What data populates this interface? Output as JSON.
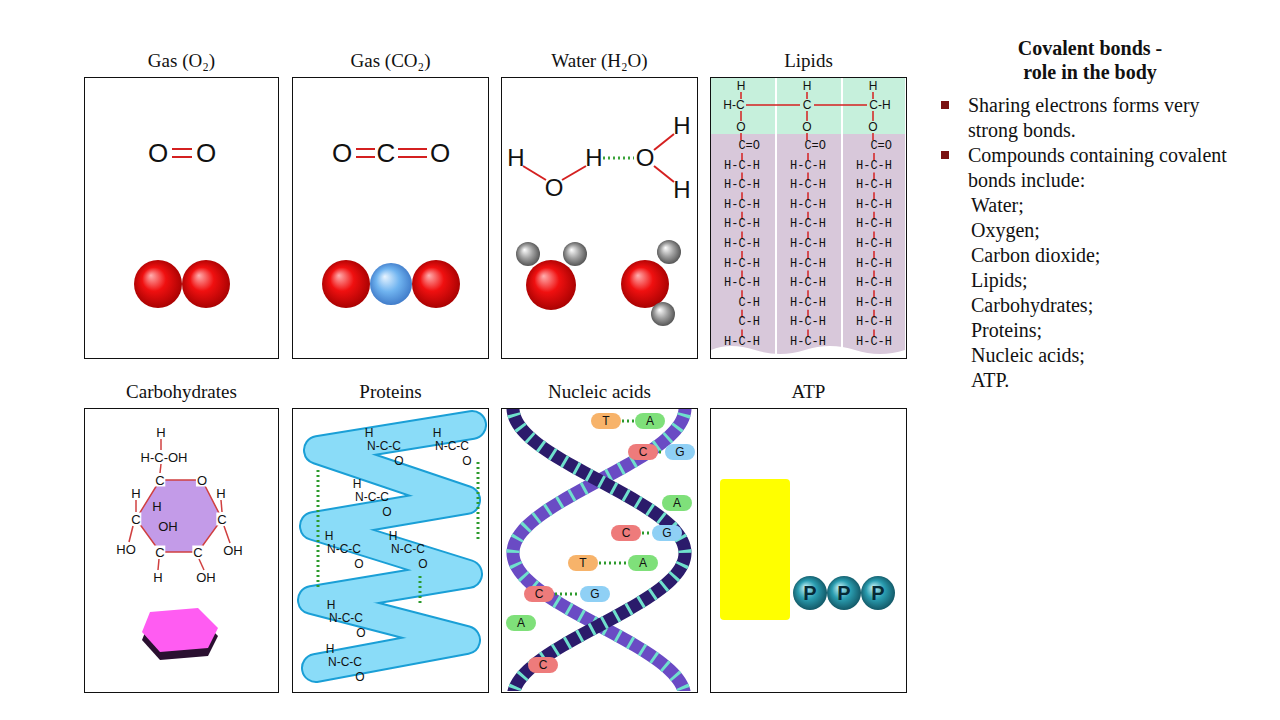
{
  "diagram": {
    "title": "Covalent bonds - role in the body",
    "nodes": [
      {
        "text": [
          "Gas (O₂)"
        ]
      },
      {
        "text": [
          "Gas (CO₂)"
        ]
      },
      {
        "text": [
          "Water (H₂O)"
        ]
      },
      {
        "text": [
          "Lipids"
        ]
      },
      {
        "text": [
          "Carbohydrates"
        ]
      },
      {
        "text": [
          "Proteins"
        ]
      },
      {
        "text": [
          "Nucleic acids"
        ]
      },
      {
        "text": [
          "ATP"
        ]
      }
    ],
    "labels": [
      "O",
      "O",
      "O",
      "C",
      "O",
      "H",
      "O",
      "H",
      "O",
      "H",
      "H",
      "H",
      "H",
      "H",
      "H-C",
      "C",
      "C-H",
      "O",
      "O",
      "O",
      "C=O H-C-H H-C-H H-C-H H-C-H H-C-H H-C-H H-C-H C-H C-H H-C-H",
      "C=O H-C-H H-C-H H-C-H H-C-H H-C-H H-C-H H-C-H H-C-H H-C-H H-C-H",
      "C=O H-C-H H-C-H H-C-H H-C-H H-C-H H-C-H H-C-H H-C-H H-C-H H-C-H",
      "H",
      "H-C-OH",
      "C",
      "O",
      "H",
      "H",
      "H",
      "C",
      "OH",
      "C",
      "HO",
      "C",
      "C",
      "OH",
      "H",
      "OH",
      "H",
      "N-C-C",
      "O",
      "H",
      "N-C-C",
      "O",
      "H",
      "N-C-C",
      "O",
      "H",
      "N-C-C",
      "O",
      "H",
      "N-C-C",
      "O",
      "H",
      "N-C-C",
      "O",
      "H",
      "N-C-C",
      "O",
      "T",
      "A",
      "C",
      "G",
      "A",
      "C",
      "G",
      "T",
      "A",
      "C",
      "G",
      "A",
      "C",
      "P",
      "P",
      "P",
      "Sharing electrons forms very strong bonds.",
      "Compounds containing covalent bonds include:",
      "Water;",
      "Oxygen;",
      "Carbon dioxide;",
      "Lipids;",
      "Carbohydrates;",
      "Proteins;",
      "Nucleic acids;",
      "ATP."
    ]
  }
}
